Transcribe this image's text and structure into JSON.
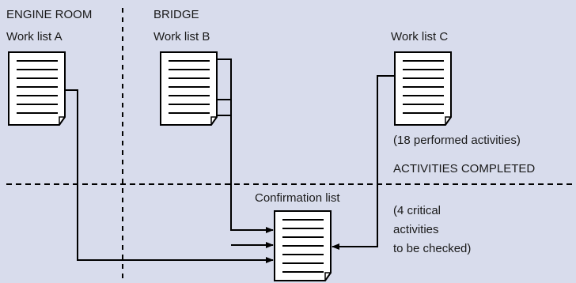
{
  "diagram": {
    "areas": {
      "engine_room": "ENGINE ROOM",
      "bridge": "BRIDGE",
      "activities_completed": "ACTIVITIES COMPLETED"
    },
    "documents": {
      "work_list_a": "Work list A",
      "work_list_b": "Work list B",
      "work_list_c": "Work list C",
      "confirmation_list": "Confirmation list"
    },
    "notes": {
      "performed": "(18 performed activities)",
      "critical": [
        "(4 critical",
        "activities",
        "to be checked)"
      ]
    },
    "colors": {
      "background": "#d8dcec",
      "paper": "#ffffff",
      "stroke": "#000000"
    }
  }
}
